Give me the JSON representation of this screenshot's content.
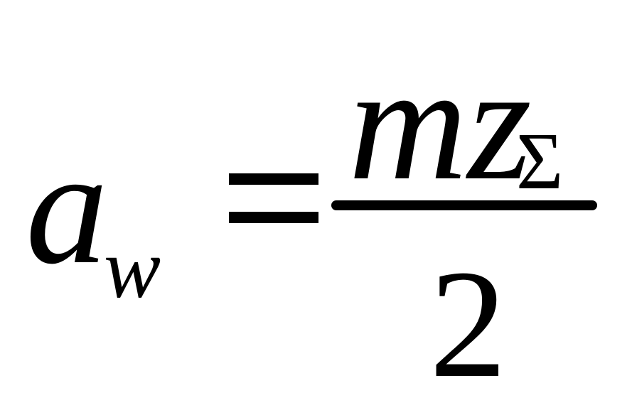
{
  "formula": {
    "lhs": {
      "symbol": "a",
      "subscript": "w"
    },
    "operator": "=",
    "rhs": {
      "numerator": {
        "main": "mz",
        "subscript": "Σ"
      },
      "denominator": "2"
    }
  },
  "colors": {
    "background": "#ffffff",
    "ink": "#000000"
  }
}
